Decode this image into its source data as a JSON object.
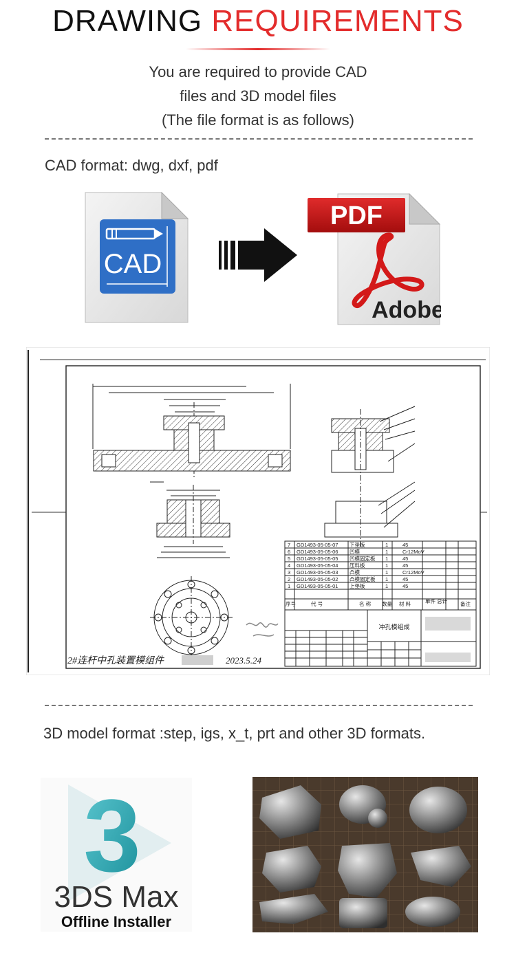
{
  "header": {
    "title_part1": "DRAWING",
    "title_part2": "REQUIREMENTS",
    "accent_color": "#e32c2c"
  },
  "intro": {
    "line1": "You are required to provide CAD",
    "line2": "files and 3D model files",
    "line3": "(The file format is as follows)"
  },
  "cad_section": {
    "label": "CAD format: dwg, dxf, pdf",
    "cad_icon_text": "CAD",
    "pdf_icon_badge": "PDF",
    "pdf_icon_brand": "Adobe"
  },
  "drawing": {
    "handwriting": "2#连杆中孔装置模组件",
    "date": "2023.5.24",
    "table_title": "冲孔模组成",
    "parts": [
      {
        "no": "7",
        "code": "GD1493-05-05-07",
        "name": "下垫板",
        "qty": "1",
        "material": "45"
      },
      {
        "no": "6",
        "code": "GD1493-05-05-06",
        "name": "凹模",
        "qty": "1",
        "material": "Cr12MoV"
      },
      {
        "no": "5",
        "code": "GD1493-05-05-05",
        "name": "凹模固定板",
        "qty": "1",
        "material": "45"
      },
      {
        "no": "4",
        "code": "GD1493-05-05-04",
        "name": "压料板",
        "qty": "1",
        "material": "45"
      },
      {
        "no": "3",
        "code": "GD1493-05-05-03",
        "name": "凸模",
        "qty": "1",
        "material": "Cr12MoV"
      },
      {
        "no": "2",
        "code": "GD1493-05-05-02",
        "name": "凸模固定板",
        "qty": "1",
        "material": "45"
      },
      {
        "no": "1",
        "code": "GD1493-05-05-01",
        "name": "上垫板",
        "qty": "1",
        "material": "45"
      }
    ],
    "header_row": {
      "no": "序号",
      "code": "代 号",
      "name": "名 称",
      "qty": "数量",
      "material": "材 料",
      "weight": "单件 总计",
      "note": "备注"
    }
  },
  "model_section": {
    "label": "3D model format :step, igs, x_t, prt and other 3D formats.",
    "logo_digit": "3",
    "logo_name": "3DS Max",
    "logo_sub": "Offline Installer"
  }
}
